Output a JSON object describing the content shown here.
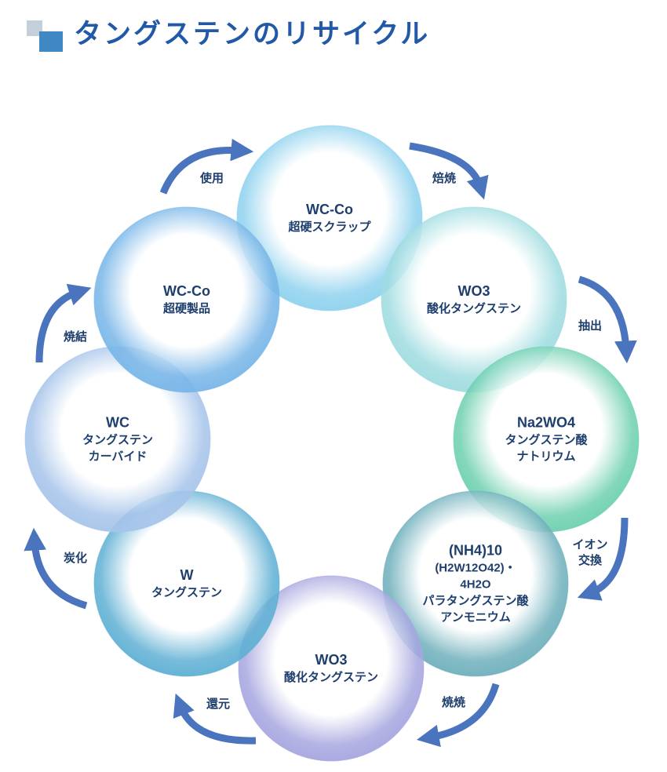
{
  "header": {
    "title": "タングステンのリサイクル"
  },
  "nodes": [
    {
      "id": "wc-co-scrap",
      "lines": [
        "WC-Co",
        "超硬スクラップ"
      ],
      "tint": "#8fd2ee"
    },
    {
      "id": "wo3-top",
      "lines": [
        "WO3",
        "酸化タングステン"
      ],
      "tint": "#9fdce0"
    },
    {
      "id": "na2wo4",
      "lines": [
        "Na2WO4",
        "タングステン酸",
        "ナトリウム"
      ],
      "tint": "#6ed0b0"
    },
    {
      "id": "apt",
      "lines": [
        "(NH4)10",
        "(H2W12O42)・",
        "4H2O",
        "パラタングステン酸",
        "アンモニウム"
      ],
      "tint": "#6fb0bc"
    },
    {
      "id": "wo3-bottom",
      "lines": [
        "WO3",
        "酸化タングステン"
      ],
      "tint": "#a6a6e0"
    },
    {
      "id": "w",
      "lines": [
        "W",
        "タングステン"
      ],
      "tint": "#5fb0d4"
    },
    {
      "id": "wc",
      "lines": [
        "WC",
        "タングステン",
        "カーバイド"
      ],
      "tint": "#a6c4ea"
    },
    {
      "id": "wc-co-product",
      "lines": [
        "WC-Co",
        "超硬製品"
      ],
      "tint": "#78b6e8"
    }
  ],
  "steps": [
    {
      "id": "roasting",
      "lines": [
        "焙焼"
      ]
    },
    {
      "id": "extraction",
      "lines": [
        "抽出"
      ]
    },
    {
      "id": "ion-exchange",
      "lines": [
        "イオン",
        "交換"
      ]
    },
    {
      "id": "calcination",
      "lines": [
        "焼焼"
      ]
    },
    {
      "id": "reduction",
      "lines": [
        "還元"
      ]
    },
    {
      "id": "carburizing",
      "lines": [
        "炭化"
      ]
    },
    {
      "id": "sintering",
      "lines": [
        "焼結"
      ]
    },
    {
      "id": "use",
      "lines": [
        "使用"
      ]
    }
  ],
  "colors": {
    "arrow": "#4a74bd",
    "title": "#2159a8",
    "text": "#1e3f6d"
  }
}
